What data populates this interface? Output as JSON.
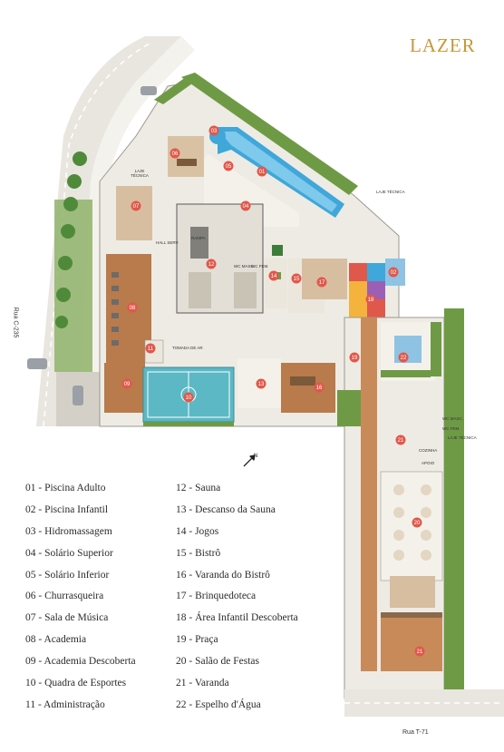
{
  "title": "LAZER",
  "streets": {
    "left": "Rua C-235",
    "bottom": "Rua T-71"
  },
  "legend": {
    "col1": [
      "01 - Piscina Adulto",
      "02 - Piscina Infantil",
      "03 - Hidromassagem",
      "04 - Solário Superior",
      "05 - Solário Inferior",
      "06 - Churrasqueira",
      "07 - Sala de Música",
      "08 - Academia",
      "09 - Academia Descoberta",
      "10 - Quadra de Esportes",
      "11 - Administração"
    ],
    "col2": [
      "12 - Sauna",
      "13 - Descanso da Sauna",
      "14 - Jogos",
      "15 - Bistrô",
      "16 - Varanda do Bistrô",
      "17 - Brinquedoteca",
      "18 - Área Infantil Descoberta",
      "19 - Praça",
      "20 - Salão de Festas",
      "21 - Varanda",
      "22 - Espelho d'Água"
    ]
  },
  "plan_labels": {
    "laje_tecnica_1": "LAJE TÉCNICA",
    "laje_tecnica_2": "LAJE TÉCNICA",
    "laje_tecnica_3": "LAJE TÉCNICA",
    "hall_serv": "HALL SERV.",
    "rampa": "RAMPA",
    "tomada_de_ar": "TOMADA DE AR",
    "wc_masc_1": "WC MASC.",
    "wc_fem_1": "WC FEM.",
    "wc_masc_2": "WC MASC.",
    "wc_fem_2": "WC FEM.",
    "cozinha": "COZINHA",
    "apoio": "APOIO"
  },
  "markers": [
    "01",
    "02",
    "03",
    "04",
    "05",
    "06",
    "07",
    "08",
    "09",
    "10",
    "11",
    "12",
    "13",
    "14",
    "15",
    "16",
    "17",
    "18",
    "19",
    "20",
    "21",
    "22"
  ],
  "north_label": "N",
  "colors": {
    "title": "#c8973a",
    "marker": "#e0584b",
    "grass": "#6f9a45",
    "deck": "#b97a4c",
    "water": "#3fa7d9",
    "court": "#5bb8c4"
  }
}
